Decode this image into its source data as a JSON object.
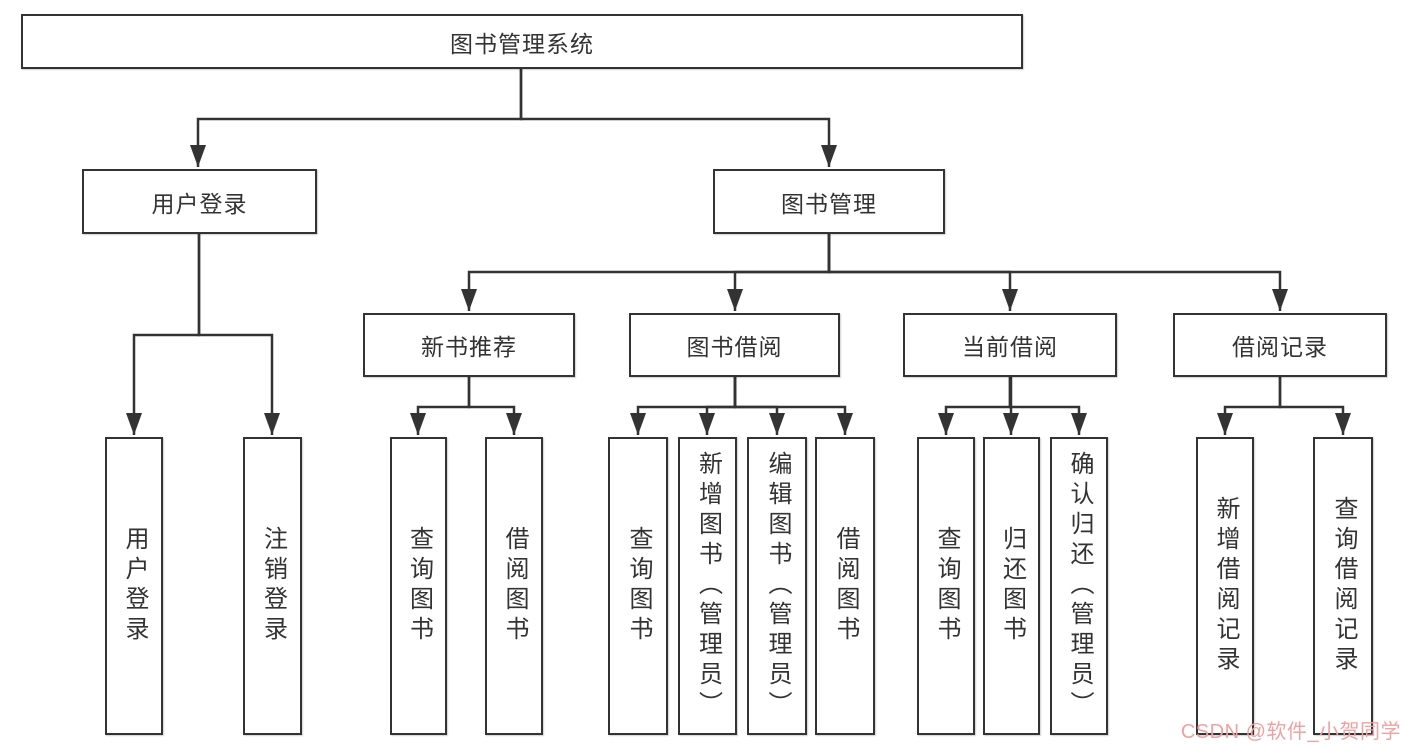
{
  "diagram_title": "图书管理系统",
  "colors": {
    "line": "#333333",
    "text": "#333333",
    "box_border": "#333333",
    "background": "#ffffff",
    "watermark": "#f0a2a2"
  },
  "tree": {
    "root_label": "图书管理系统",
    "level2": [
      {
        "label": "用户登录"
      },
      {
        "label": "图书管理"
      }
    ],
    "level3": [
      {
        "label": "新书推荐"
      },
      {
        "label": "图书借阅"
      },
      {
        "label": "当前借阅"
      },
      {
        "label": "借阅记录"
      }
    ],
    "leaves": {
      "user_login": [
        "用户登录",
        "注销登录"
      ],
      "new_book": [
        "查询图书",
        "借阅图书"
      ],
      "book_borrow": [
        "查询图书",
        "新增图书（管理员）",
        "编辑图书（管理员）",
        "借阅图书"
      ],
      "current_borrow": [
        "查询图书",
        "归还图书",
        "确认归还（管理员）"
      ],
      "borrow_record": [
        "新增借阅记录",
        "查询借阅记录"
      ]
    }
  },
  "watermark": {
    "text": "CSDN @软件_小贺同学"
  }
}
